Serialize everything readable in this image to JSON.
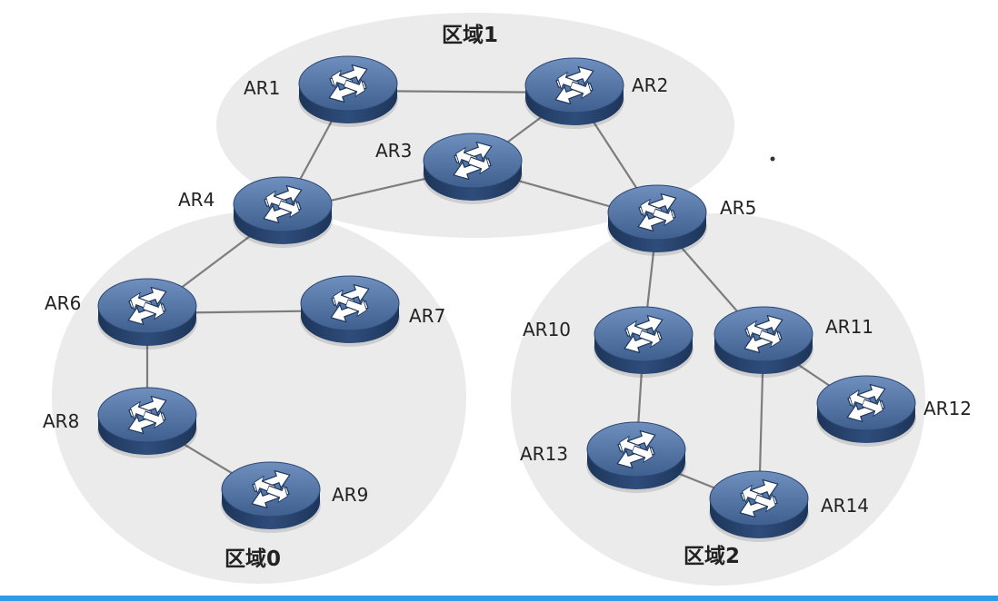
{
  "areas": [
    {
      "id": "area1",
      "label": "区域1"
    },
    {
      "id": "area0",
      "label": "区域0"
    },
    {
      "id": "area2",
      "label": "区域2"
    }
  ],
  "routers": [
    {
      "id": "AR1",
      "label": "AR1"
    },
    {
      "id": "AR2",
      "label": "AR2"
    },
    {
      "id": "AR3",
      "label": "AR3"
    },
    {
      "id": "AR4",
      "label": "AR4"
    },
    {
      "id": "AR5",
      "label": "AR5"
    },
    {
      "id": "AR6",
      "label": "AR6"
    },
    {
      "id": "AR7",
      "label": "AR7"
    },
    {
      "id": "AR8",
      "label": "AR8"
    },
    {
      "id": "AR9",
      "label": "AR9"
    },
    {
      "id": "AR10",
      "label": "AR10"
    },
    {
      "id": "AR11",
      "label": "AR11"
    },
    {
      "id": "AR12",
      "label": "AR12"
    },
    {
      "id": "AR13",
      "label": "AR13"
    },
    {
      "id": "AR14",
      "label": "AR14"
    }
  ],
  "links": [
    [
      "AR1",
      "AR2"
    ],
    [
      "AR1",
      "AR4"
    ],
    [
      "AR2",
      "AR3"
    ],
    [
      "AR2",
      "AR5"
    ],
    [
      "AR3",
      "AR4"
    ],
    [
      "AR3",
      "AR5"
    ],
    [
      "AR4",
      "AR6"
    ],
    [
      "AR6",
      "AR7"
    ],
    [
      "AR6",
      "AR8"
    ],
    [
      "AR8",
      "AR9"
    ],
    [
      "AR5",
      "AR10"
    ],
    [
      "AR5",
      "AR11"
    ],
    [
      "AR10",
      "AR13"
    ],
    [
      "AR11",
      "AR12"
    ],
    [
      "AR11",
      "AR14"
    ],
    [
      "AR13",
      "AR14"
    ]
  ],
  "colors": {
    "area_fill": "#ebebeb",
    "link": "#7d7d7d",
    "router_top": "#4f6e9c",
    "router_side": "#243f68",
    "bottom_bar": "#2e9be8"
  }
}
